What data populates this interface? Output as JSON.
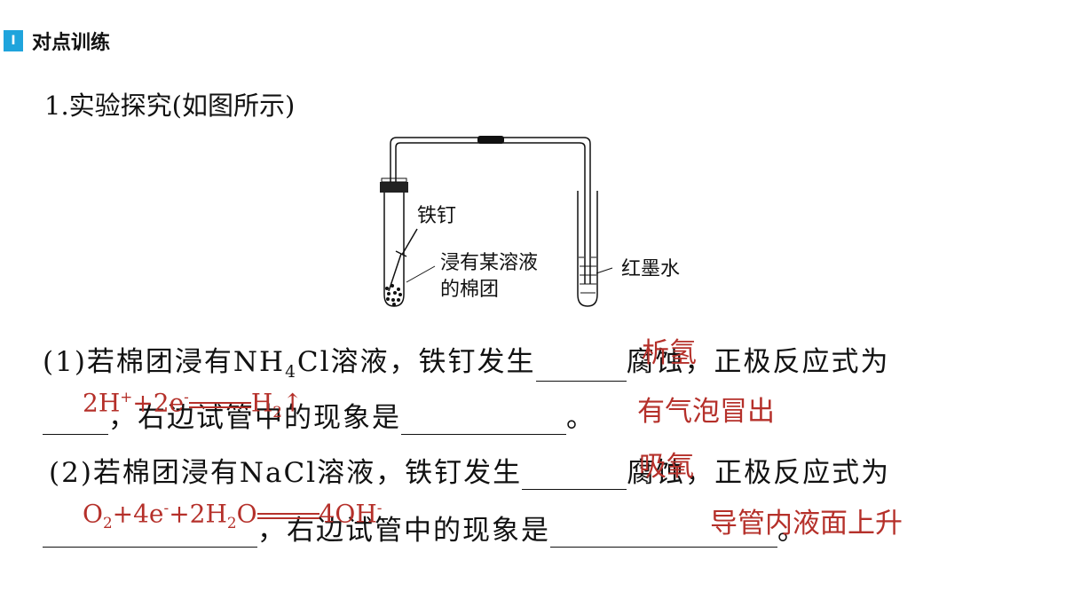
{
  "header": {
    "marker": "I",
    "title": "对点训练"
  },
  "question": {
    "title": "1.实验探究(如图所示)"
  },
  "diagram": {
    "label_nail": "铁钉",
    "label_cotton_1": "浸有某溶液",
    "label_cotton_2": "的棉团",
    "label_ink": "红墨水"
  },
  "q1": {
    "a": "(1)若棉团浸有NH",
    "sub4": "4",
    "b": "Cl溶液，铁钉发生",
    "c": "腐蚀，正极反应式为",
    "d": "，右边试管中的现象是",
    "e": "。",
    "ans_type": "析氢",
    "ans_eq_a": "2H",
    "ans_eq_sup1": "+",
    "ans_eq_b": "+2e",
    "ans_eq_sup2": "-",
    "ans_eq_c": "H",
    "ans_eq_sub": "2",
    "ans_eq_d": "↑",
    "ans_phen": "有气泡冒出"
  },
  "q2": {
    "a": "(2)若棉团浸有NaCl溶液，铁钉发生",
    "c": "腐蚀，正极反应式为",
    "d": "，右边试管中的现象是",
    "e": "。",
    "ans_type": "吸氧",
    "ans_eq_a": "O",
    "ans_eq_sub1": "2",
    "ans_eq_b": "+4e",
    "ans_eq_sup1": "-",
    "ans_eq_c": "+2H",
    "ans_eq_sub2": "2",
    "ans_eq_d": "O",
    "ans_eq_e": "4OH",
    "ans_eq_sup2": "-",
    "ans_phen": "导管内液面上升"
  }
}
